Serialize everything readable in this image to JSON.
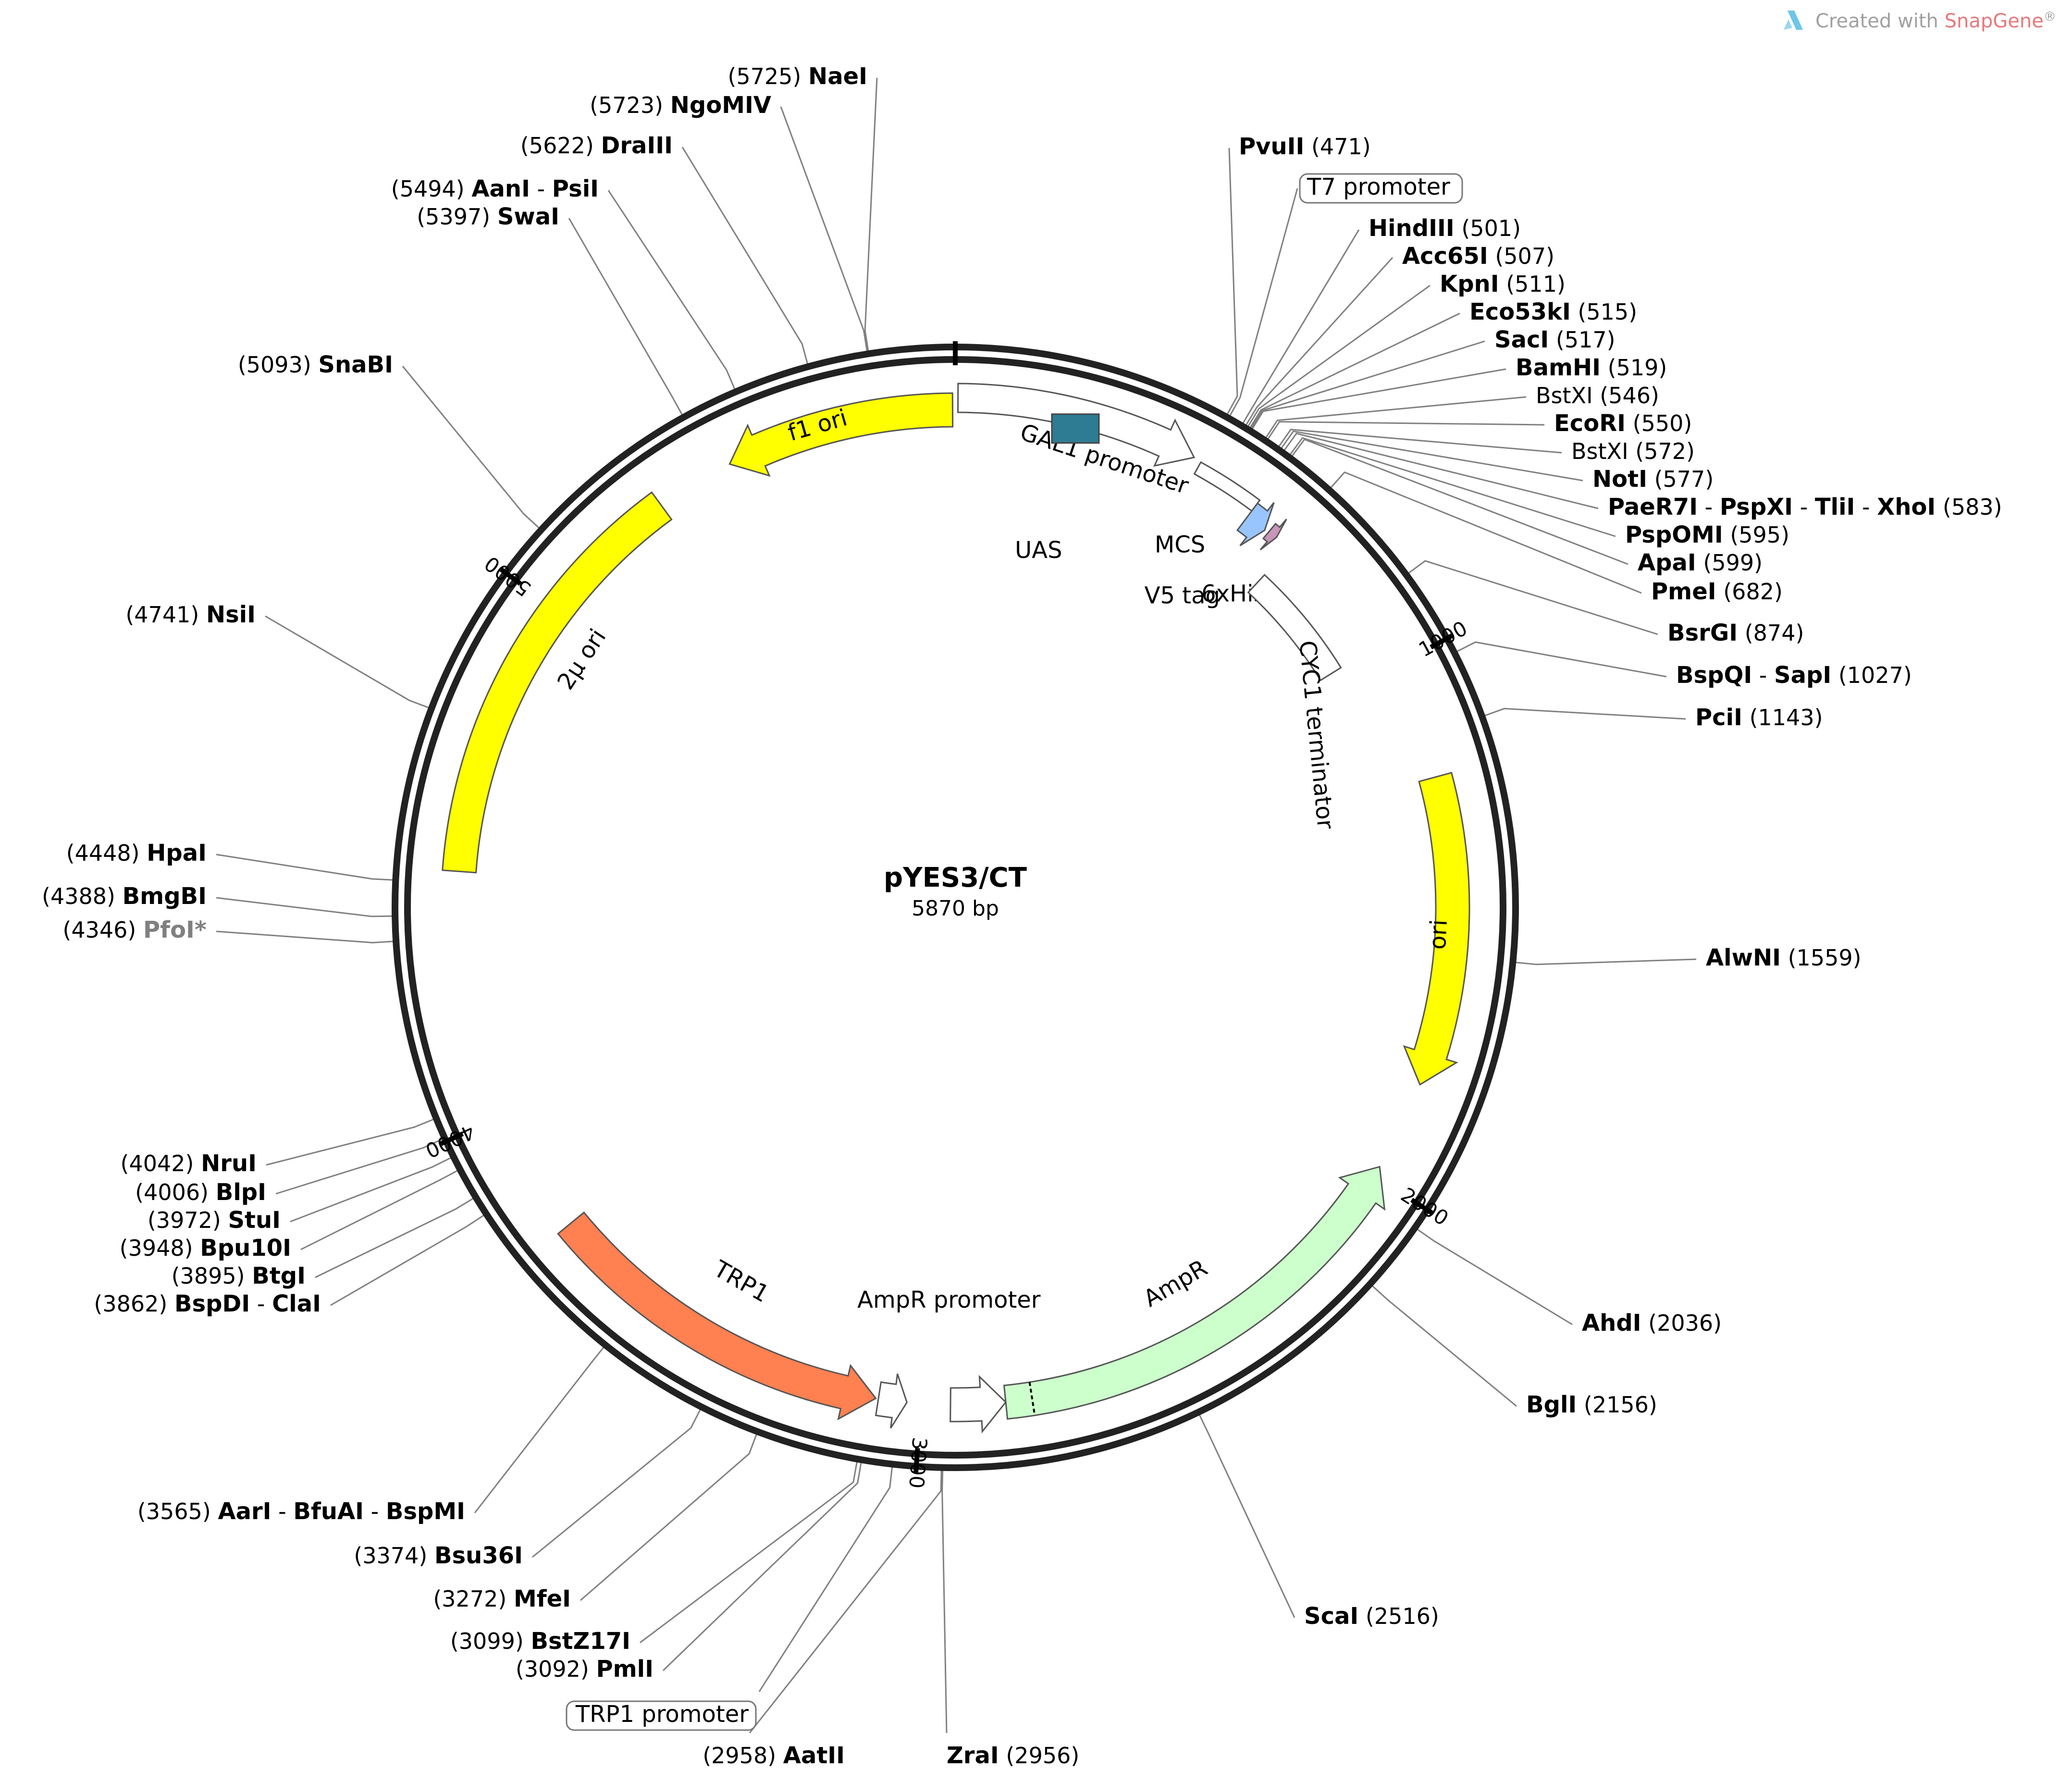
{
  "plasmid": {
    "name": "pYES3/CT",
    "length_label": "5870 bp",
    "length": 5870
  },
  "watermark": {
    "prefix": "Created with ",
    "brand": "SnapGene",
    "suffix": "®"
  },
  "ticks": [
    {
      "pos": 0,
      "label": ""
    },
    {
      "pos": 1000,
      "label": "1000"
    },
    {
      "pos": 2000,
      "label": "2000"
    },
    {
      "pos": 3000,
      "label": "3000"
    },
    {
      "pos": 4000,
      "label": "4000"
    },
    {
      "pos": 5000,
      "label": "5000"
    }
  ],
  "features": [
    {
      "id": "gal1",
      "label": "GAL1 promoter",
      "start": 5,
      "end": 456,
      "strand": 1,
      "ring": "outer",
      "color": "#ffffff"
    },
    {
      "id": "mcs",
      "label": "MCS",
      "start": 471,
      "end": 600,
      "strand": 0,
      "ring": "outer",
      "color": "#ffffff"
    },
    {
      "id": "v5",
      "label": "V5 tag",
      "start": 600,
      "end": 642,
      "strand": 1,
      "ring": "outer",
      "color": "#99c5ff"
    },
    {
      "id": "his",
      "label": "6xHis",
      "start": 650,
      "end": 668,
      "strand": 1,
      "ring": "outer",
      "color": "#c896b9"
    },
    {
      "id": "cyc1",
      "label": "CYC1 terminator",
      "start": 700,
      "end": 948,
      "strand": 0,
      "ring": "inner",
      "color": "#ffffff"
    },
    {
      "id": "uas",
      "label": "UAS",
      "start": 200,
      "end": 230,
      "strand": 0,
      "ring": "box",
      "color": "#2e7c94"
    },
    {
      "id": "ori",
      "label": "ori",
      "start": 1220,
      "end": 1808,
      "strand": 1,
      "ring": "outer",
      "color": "#ffff00"
    },
    {
      "id": "ampr",
      "label": "AmpR",
      "start": 1980,
      "end": 2840,
      "strand": -1,
      "ring": "outer",
      "color": "#ccffcc"
    },
    {
      "id": "amprprom",
      "label": "AmpR promoter",
      "start": 2840,
      "end": 2944,
      "strand": -1,
      "ring": "outer",
      "color": "#ffffff"
    },
    {
      "id": "trp1prom",
      "label": "TRP1 promoter",
      "start": 3026,
      "end": 3080,
      "strand": -1,
      "ring": "outer",
      "color": "#ffffff"
    },
    {
      "id": "trp1",
      "label": "TRP1",
      "start": 3085,
      "end": 3760,
      "strand": -1,
      "ring": "outer",
      "color": "#ff8050"
    },
    {
      "id": "twomu",
      "label": "2μ ori",
      "start": 4470,
      "end": 5280,
      "strand": 0,
      "ring": "outer",
      "color": "#ffff00"
    },
    {
      "id": "f1",
      "label": "f1 ori",
      "start": 5430,
      "end": 5865,
      "strand": -1,
      "ring": "outer",
      "color": "#ffff00"
    }
  ],
  "right_sites": [
    {
      "names": [
        "PvuII"
      ],
      "pos": 471,
      "pos_label": "(471)"
    },
    {
      "names": [
        "T7 promoter"
      ],
      "pos": 476,
      "pos_label": "",
      "boxed": true
    },
    {
      "names": [
        "HindIII"
      ],
      "pos": 501,
      "pos_label": "(501)"
    },
    {
      "names": [
        "Acc65I"
      ],
      "pos": 507,
      "pos_label": "(507)"
    },
    {
      "names": [
        "KpnI"
      ],
      "pos": 511,
      "pos_label": "(511)"
    },
    {
      "names": [
        "Eco53kI"
      ],
      "pos": 515,
      "pos_label": "(515)"
    },
    {
      "names": [
        "SacI"
      ],
      "pos": 517,
      "pos_label": "(517)"
    },
    {
      "names": [
        "BamHI"
      ],
      "pos": 519,
      "pos_label": "(519)"
    },
    {
      "names": [
        "BstXI"
      ],
      "pos": 546,
      "pos_label": "(546)",
      "normal": true
    },
    {
      "names": [
        "EcoRI"
      ],
      "pos": 550,
      "pos_label": "(550)"
    },
    {
      "names": [
        "BstXI"
      ],
      "pos": 572,
      "pos_label": "(572)",
      "normal": true
    },
    {
      "names": [
        "NotI"
      ],
      "pos": 577,
      "pos_label": "(577)"
    },
    {
      "names": [
        "PaeR7I",
        "PspXI",
        "TliI",
        "XhoI"
      ],
      "pos": 583,
      "pos_label": "(583)"
    },
    {
      "names": [
        "PspOMI"
      ],
      "pos": 595,
      "pos_label": "(595)"
    },
    {
      "names": [
        "ApaI"
      ],
      "pos": 599,
      "pos_label": "(599)"
    },
    {
      "names": [
        "PmeI"
      ],
      "pos": 682,
      "pos_label": "(682)"
    },
    {
      "names": [
        "BsrGI"
      ],
      "pos": 874,
      "pos_label": "(874)"
    },
    {
      "names": [
        "BspQI",
        "SapI"
      ],
      "pos": 1027,
      "pos_label": "(1027)"
    },
    {
      "names": [
        "PciI"
      ],
      "pos": 1143,
      "pos_label": "(1143)"
    },
    {
      "names": [
        "AlwNI"
      ],
      "pos": 1559,
      "pos_label": "(1559)"
    },
    {
      "names": [
        "AhdI"
      ],
      "pos": 2036,
      "pos_label": "(2036)"
    },
    {
      "names": [
        "BglI"
      ],
      "pos": 2156,
      "pos_label": "(2156)"
    },
    {
      "names": [
        "ScaI"
      ],
      "pos": 2516,
      "pos_label": "(2516)"
    }
  ],
  "bottom_sites": [
    {
      "names": [
        "ZraI"
      ],
      "pos": 2956,
      "pos_label": "(2956)"
    },
    {
      "names": [
        "AatII"
      ],
      "pos": 2958,
      "pos_label": "(2958)"
    },
    {
      "names": [
        "TRP1 promoter"
      ],
      "pos": 3040,
      "pos_label": "",
      "boxed": true
    }
  ],
  "left_sites": [
    {
      "names": [
        "PmlI"
      ],
      "pos": 3092,
      "pos_label": "(3092)"
    },
    {
      "names": [
        "BstZ17I"
      ],
      "pos": 3099,
      "pos_label": "(3099)"
    },
    {
      "names": [
        "MfeI"
      ],
      "pos": 3272,
      "pos_label": "(3272)"
    },
    {
      "names": [
        "Bsu36I"
      ],
      "pos": 3374,
      "pos_label": "(3374)"
    },
    {
      "names": [
        "AarI",
        "BfuAI",
        "BspMI"
      ],
      "pos": 3565,
      "pos_label": "(3565)"
    },
    {
      "names": [
        "BspDI",
        "ClaI"
      ],
      "pos": 3862,
      "pos_label": "(3862)"
    },
    {
      "names": [
        "BtgI"
      ],
      "pos": 3895,
      "pos_label": "(3895)"
    },
    {
      "names": [
        "Bpu10I"
      ],
      "pos": 3948,
      "pos_label": "(3948)"
    },
    {
      "names": [
        "StuI"
      ],
      "pos": 3972,
      "pos_label": "(3972)"
    },
    {
      "names": [
        "BlpI"
      ],
      "pos": 4006,
      "pos_label": "(4006)"
    },
    {
      "names": [
        "NruI"
      ],
      "pos": 4042,
      "pos_label": "(4042)"
    },
    {
      "names": [
        "PfoI*"
      ],
      "pos": 4346,
      "pos_label": "(4346)",
      "faint": true
    },
    {
      "names": [
        "BmgBI"
      ],
      "pos": 4388,
      "pos_label": "(4388)"
    },
    {
      "names": [
        "HpaI"
      ],
      "pos": 4448,
      "pos_label": "(4448)"
    },
    {
      "names": [
        "NsiI"
      ],
      "pos": 4741,
      "pos_label": "(4741)"
    },
    {
      "names": [
        "SnaBI"
      ],
      "pos": 5093,
      "pos_label": "(5093)"
    },
    {
      "names": [
        "SwaI"
      ],
      "pos": 5397,
      "pos_label": "(5397)"
    },
    {
      "names": [
        "AanI",
        "PsiI"
      ],
      "pos": 5494,
      "pos_label": "(5494)"
    },
    {
      "names": [
        "DraIII"
      ],
      "pos": 5622,
      "pos_label": "(5622)"
    },
    {
      "names": [
        "NgoMIV"
      ],
      "pos": 5723,
      "pos_label": "(5723)"
    },
    {
      "names": [
        "NaeI"
      ],
      "pos": 5725,
      "pos_label": "(5725)"
    }
  ]
}
